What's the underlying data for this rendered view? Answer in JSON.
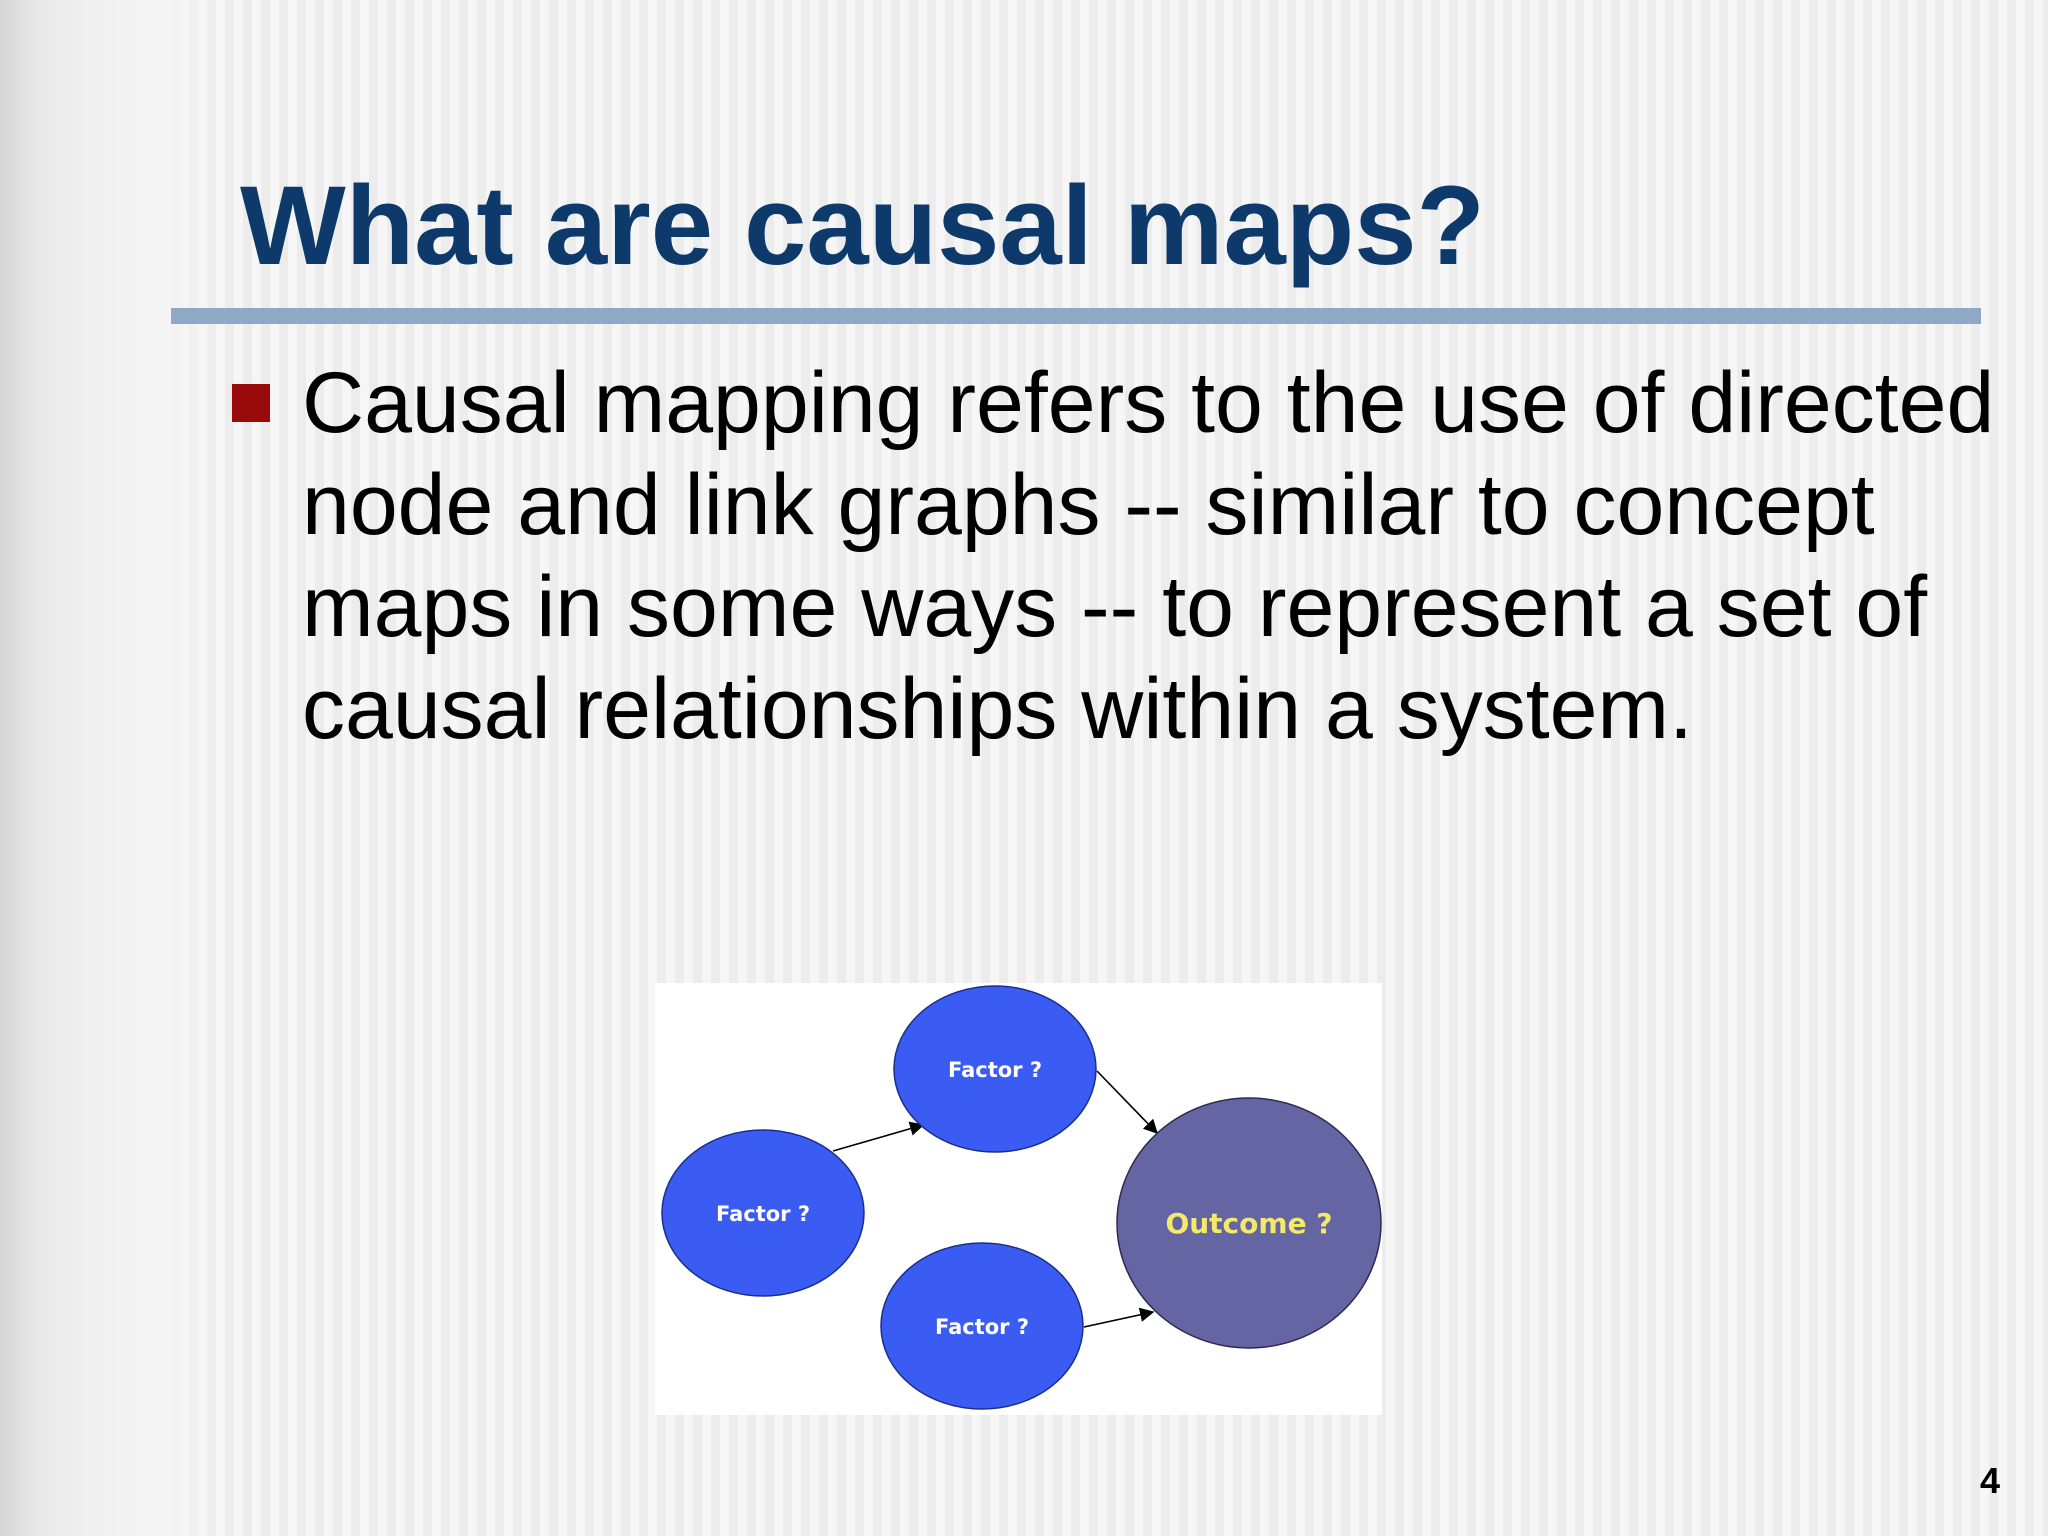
{
  "slide": {
    "title": "What are causal maps?",
    "bullets": [
      "Causal mapping refers to the use of directed node and link graphs -- similar to concept maps in some ways -- to represent a set of causal relationships within a system."
    ],
    "page_number": "4"
  },
  "diagram": {
    "nodes": [
      {
        "id": "factor-top",
        "label": "Factor ?",
        "fill": "#3a5cf3"
      },
      {
        "id": "factor-left",
        "label": "Factor ?",
        "fill": "#3a5cf3"
      },
      {
        "id": "factor-bottom",
        "label": "Factor ?",
        "fill": "#3a5cf3"
      },
      {
        "id": "outcome",
        "label": "Outcome ?",
        "fill": "#6565a3"
      }
    ],
    "edges": [
      {
        "from": "factor-left",
        "to": "factor-top"
      },
      {
        "from": "factor-top",
        "to": "outcome"
      },
      {
        "from": "factor-bottom",
        "to": "outcome"
      }
    ],
    "factor_text_color": "#ffffff",
    "outcome_text_color": "#f4ea6a"
  },
  "colors": {
    "title": "#0e3a6b",
    "rule": "#8fa8c6",
    "bullet": "#9b0a0a"
  }
}
